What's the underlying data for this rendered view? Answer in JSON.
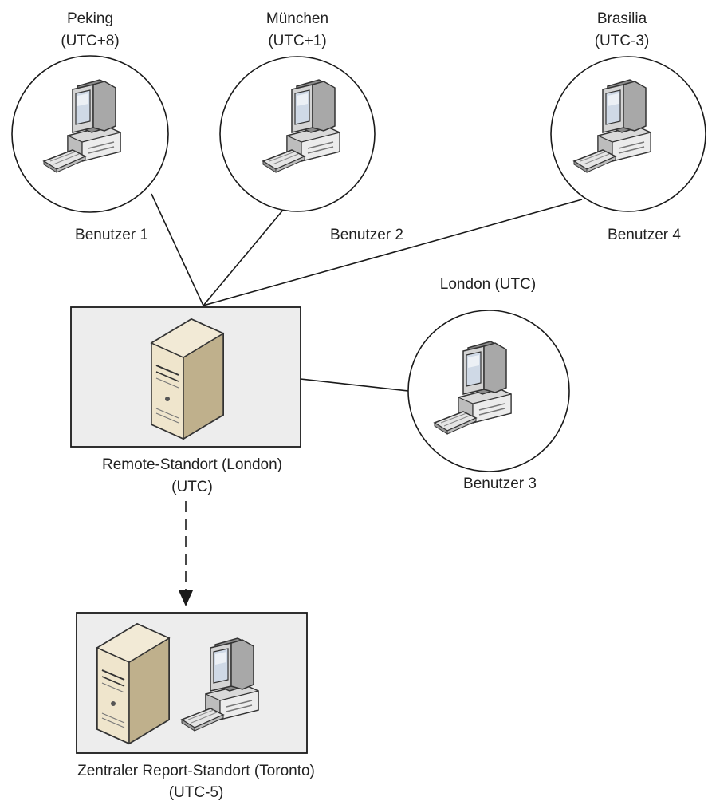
{
  "users": {
    "user1": {
      "city": "Peking",
      "tz": "(UTC+8)",
      "label": "Benutzer 1"
    },
    "user2": {
      "city": "München",
      "tz": "(UTC+1)",
      "label": "Benutzer 2"
    },
    "user4": {
      "city": "Brasilia",
      "tz": "(UTC-3)",
      "label": "Benutzer 4"
    },
    "user3": {
      "city_tz": "London (UTC)",
      "label": "Benutzer 3"
    }
  },
  "remote_site": {
    "name": "Remote-Standort (London)",
    "tz": "(UTC)"
  },
  "central_site": {
    "name": "Zentraler Report-Standort (Toronto)",
    "tz": "(UTC-5)"
  },
  "colors": {
    "line": "#1a1a1a",
    "box_fill": "#ededed",
    "server_body": "#e3d6b6",
    "monitor_screen": "#cfd9e6"
  },
  "icons": {
    "workstation": "computer-workstation-icon",
    "server": "server-tower-icon"
  }
}
